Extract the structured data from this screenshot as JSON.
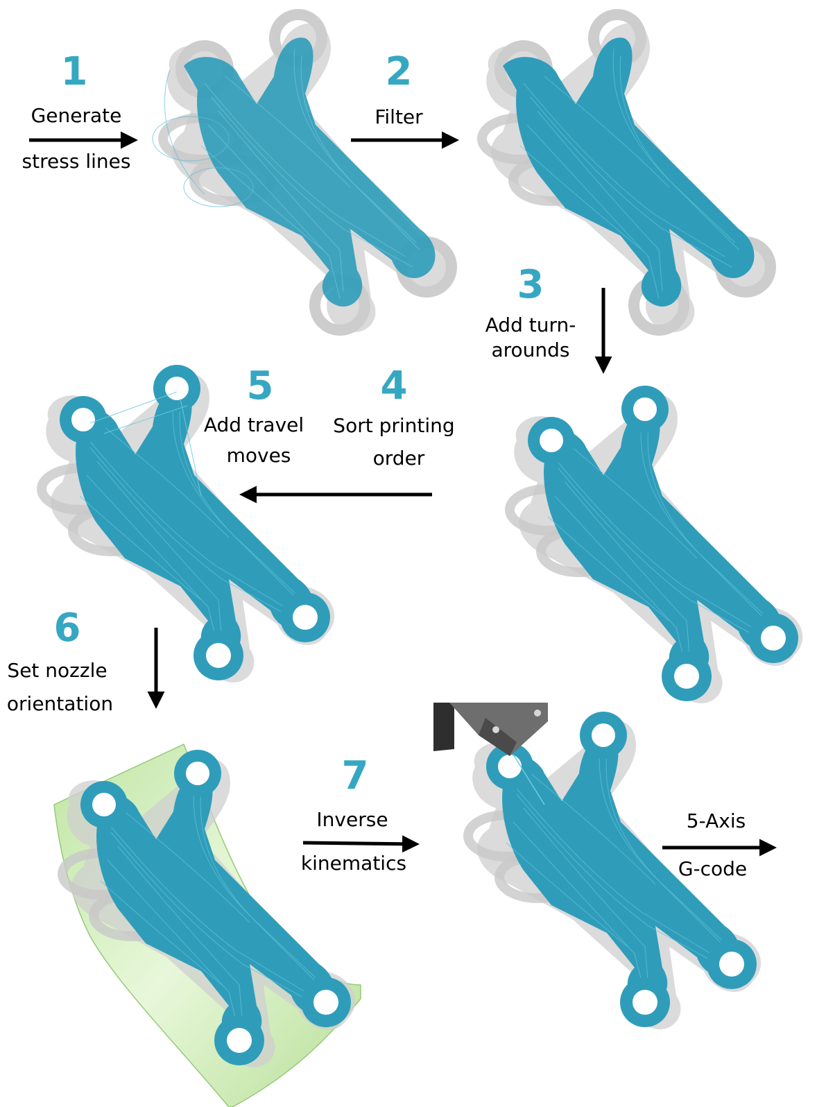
{
  "colors": {
    "step_number": "#35A7C2",
    "part_fill": "#2F9DBA",
    "stress_line": "#3AAECB",
    "shadow_gray": "#CFCFCF",
    "surface_green": "#C7EBA5",
    "nozzle_gray": "#4A4A4A",
    "arrow": "#000000"
  },
  "steps": [
    {
      "number": "1",
      "label_line1": "Generate",
      "label_line2": "stress lines"
    },
    {
      "number": "2",
      "label_line1": "Filter"
    },
    {
      "number": "3",
      "label_line1": "Add turn-",
      "label_line2": "arounds"
    },
    {
      "number": "4",
      "label_line1": "Sort printing",
      "label_line2": "order"
    },
    {
      "number": "5",
      "label_line1": "Add travel",
      "label_line2": "moves"
    },
    {
      "number": "6",
      "label_line1": "Set nozzle",
      "label_line2": "orientation"
    },
    {
      "number": "7",
      "label_line1": "Inverse",
      "label_line2": "kinematics"
    }
  ],
  "output": {
    "label_line1": "5-Axis",
    "label_line2": "G-code"
  }
}
